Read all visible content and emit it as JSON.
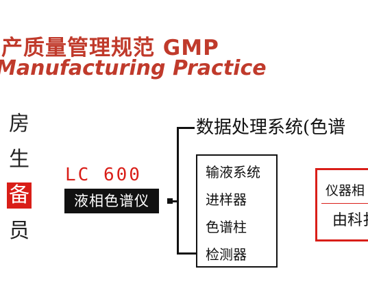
{
  "header": {
    "title_cn": "产质量管理规范 GMP",
    "title_en": "Manufacturing Practice"
  },
  "side_column": {
    "chars": [
      "房",
      "生",
      "备",
      "员"
    ],
    "highlight_index": 2
  },
  "instrument": {
    "model": "LC  600",
    "name": "液相色谱仪"
  },
  "data_system": {
    "label": "数据处理系统(色谱"
  },
  "modules": {
    "items": [
      "输液系统",
      "进样器",
      "色谱柱",
      "检测器"
    ]
  },
  "note_box": {
    "line1": "仪器相",
    "line2": "由科扌"
  },
  "colors": {
    "title_red": "#c03a2b",
    "accent_red": "#d91e18",
    "box_black": "#111111"
  }
}
